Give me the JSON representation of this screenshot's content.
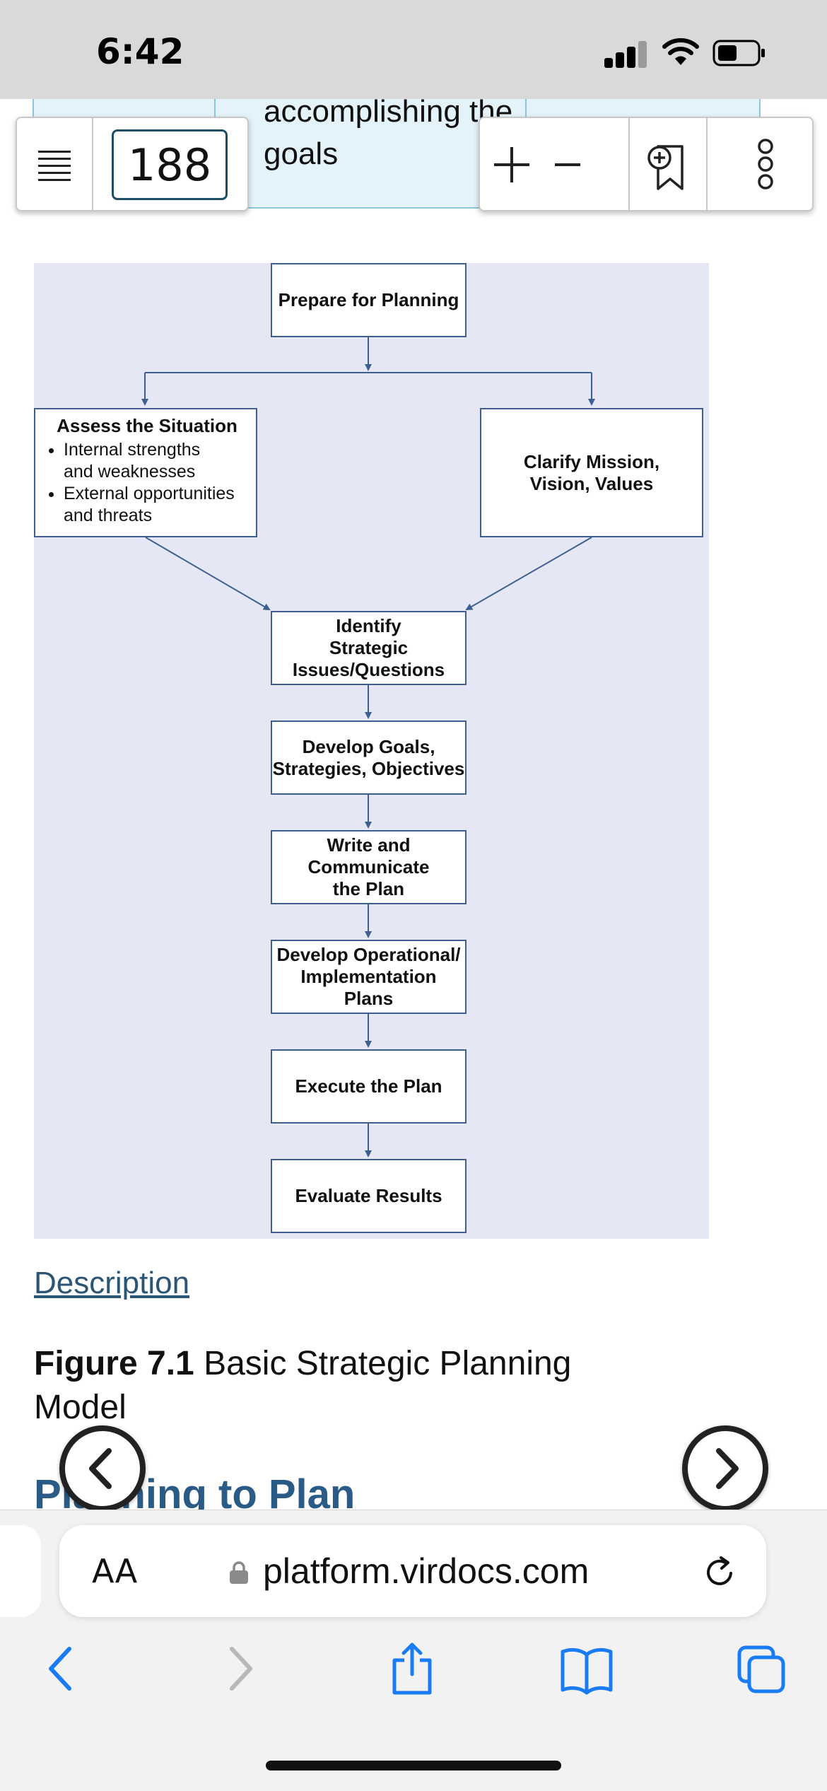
{
  "status_bar": {
    "time": "6:42"
  },
  "page_content": {
    "table_cell_text": "accomplishing the\ngoals",
    "page_number": "188",
    "diagram": {
      "nodes": {
        "prepare": "Prepare for Planning",
        "assess_title": "Assess the Situation",
        "assess_bullets": [
          "Internal strengths\nand weaknesses",
          "External opportunities\nand threats"
        ],
        "clarify": "Clarify Mission,\nVision, Values",
        "identify": "Identify\nStrategic\nIssues/Questions",
        "develop_goals": "Develop Goals,\nStrategies, Objectives",
        "write": "Write and\nCommunicate\nthe Plan",
        "operational": "Develop Operational/\nImplementation\nPlans",
        "execute": "Execute the Plan",
        "evaluate": "Evaluate Results"
      },
      "colors": {
        "background": "#e5e8f4",
        "border": "#3e5f8f"
      }
    },
    "description_link": "Description",
    "caption_label": "Figure 7.1",
    "caption_text": "Basic Strategic Planning Model",
    "next_heading": "Planning to Plan"
  },
  "toolbar": {
    "icons": [
      "menu-icon",
      "zoom-in-icon",
      "zoom-out-icon",
      "bookmark-add-icon",
      "more-icon"
    ]
  },
  "browser": {
    "aa_label": "AA",
    "url": "platform.virdocs.com",
    "accent_color": "#1a7cf5"
  }
}
